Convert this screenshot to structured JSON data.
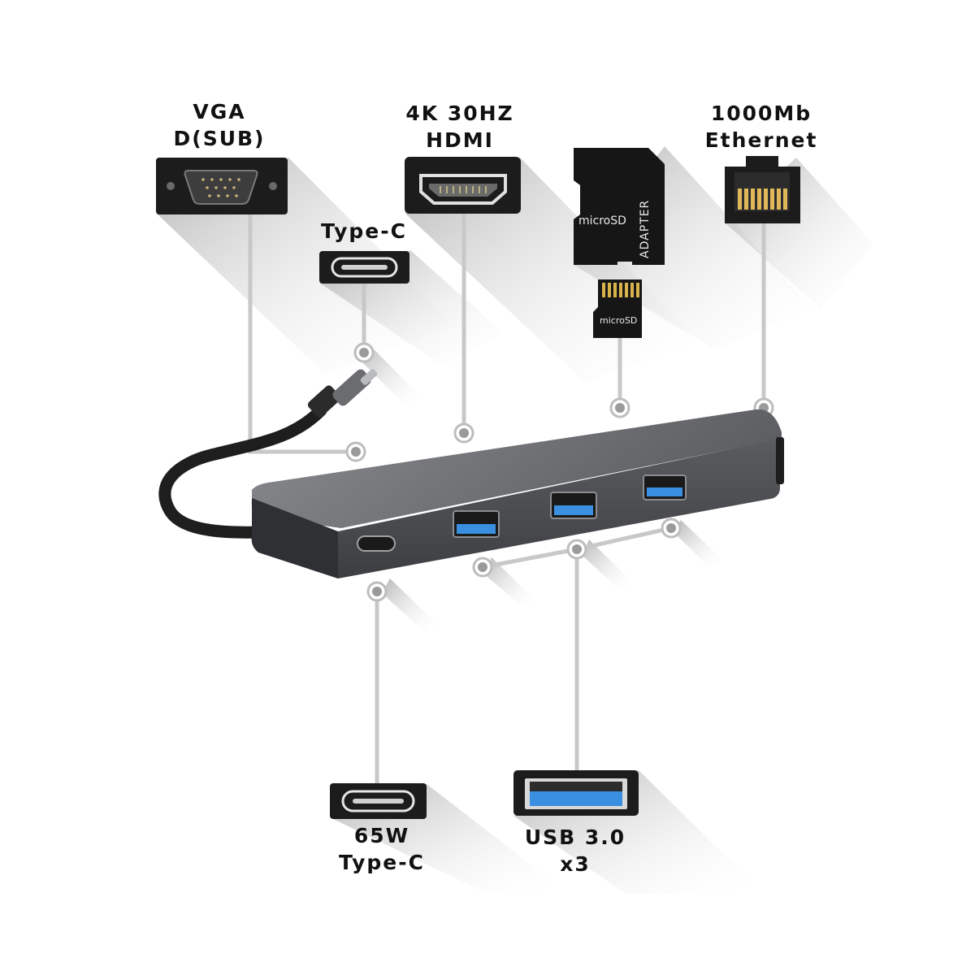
{
  "labels": {
    "vga": [
      "VGA",
      "D(SUB)"
    ],
    "hdmi": [
      "4K 30HZ",
      "HDMI"
    ],
    "ethernet": [
      "1000Mb",
      "Ethernet"
    ],
    "typec_top": [
      "Type-C"
    ],
    "typec_bottom": [
      "65W",
      "Type-C"
    ],
    "usb": [
      "USB 3.0",
      "x3"
    ]
  },
  "card": {
    "microsd_adapter": "microSD",
    "adapter_side": "ADAPTER",
    "microsd_card": "microSD"
  },
  "colors": {
    "background": "#ffffff",
    "icon_box": "#1c1c1c",
    "hub_body": "#55575b",
    "usb_blue": "#3a8fe0",
    "callout_line": "#c8c8c8"
  }
}
